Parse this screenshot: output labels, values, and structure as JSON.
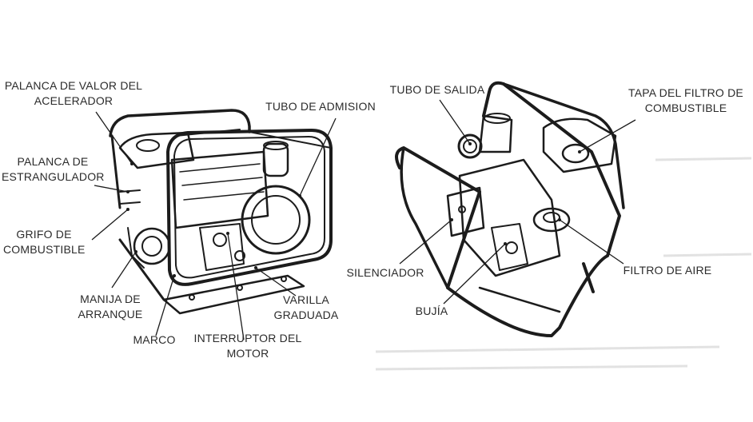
{
  "labels": {
    "palanca_valor": [
      "PALANCA DE VALOR DEL",
      "ACELERADOR"
    ],
    "tubo_admision": [
      "TUBO DE ADMISION"
    ],
    "palanca_estrangulador": [
      "PALANCA DE",
      "ESTRANGULADOR"
    ],
    "grifo_combustible": [
      "GRIFO DE",
      "COMBUSTIBLE"
    ],
    "manija_arranque": [
      "MANIJA DE",
      "ARRANQUE"
    ],
    "marco": [
      "MARCO"
    ],
    "interruptor_motor": [
      "INTERRUPTOR DEL",
      "MOTOR"
    ],
    "varilla_graduada": [
      "VARILLA",
      "GRADUADA"
    ],
    "tubo_salida": [
      "TUBO DE SALIDA"
    ],
    "tapa_filtro": [
      "TAPA DEL FILTRO DE",
      "COMBUSTIBLE"
    ],
    "silenciador": [
      "SILENCIADOR"
    ],
    "filtro_aire": [
      "FILTRO DE AIRE"
    ],
    "bujia": [
      "BUJÍA"
    ]
  }
}
